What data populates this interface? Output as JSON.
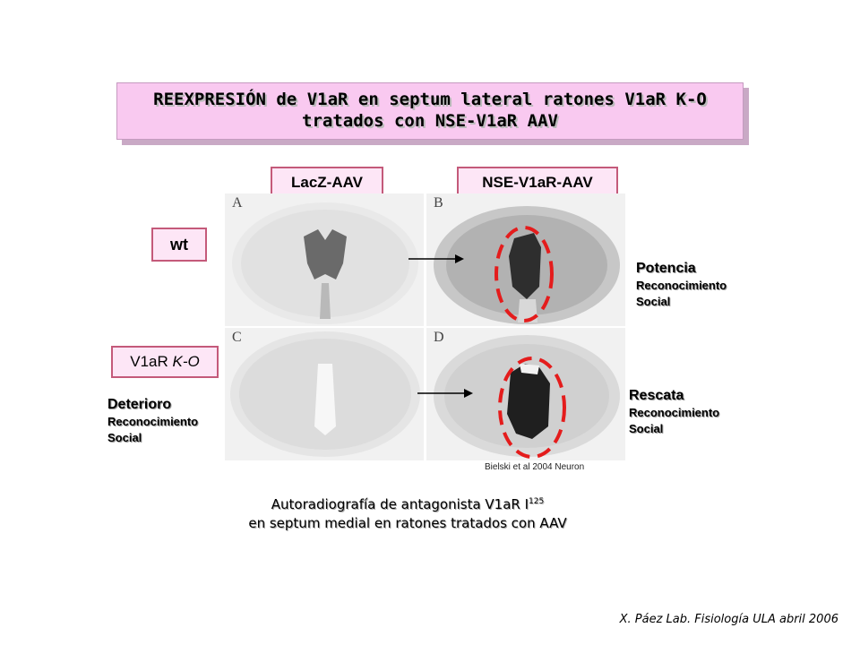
{
  "title": {
    "line1": "REEXPRESIÓN de V1aR en septum lateral ratones V1aR K-O",
    "line2": "tratados con NSE-V1aR AAV"
  },
  "column_labels": {
    "left": "LacZ-AAV",
    "right": "NSE-V1aR-AAV"
  },
  "row_labels": {
    "wt": "wt",
    "ko_prefix": "V1aR ",
    "ko_suffix": "K-O"
  },
  "panels": {
    "a": "A",
    "b": "B",
    "c": "C",
    "d": "D"
  },
  "annotations": {
    "potencia": {
      "main": "Potencia",
      "line2": "Reconocimiento",
      "line3": "Social"
    },
    "rescata": {
      "main": "Rescata",
      "line2": "Reconocimiento",
      "line3": "Social"
    },
    "deterioro": {
      "main": "Deterioro",
      "line2": "Reconocimiento",
      "line3": "Social"
    }
  },
  "citation": "Bielski et al 2004 Neuron",
  "caption": {
    "line1": "Autoradiografía de antagonista V1aR I",
    "superscript": "125",
    "line2": "en septum medial en ratones tratados con AAV"
  },
  "footer": "X. Páez  Lab. Fisiología ULA abril 2006",
  "colors": {
    "title_bg": "#f9c9f0",
    "label_bg": "#fde6f6",
    "label_border": "#c45a7a",
    "ellipse": "#e41c1c"
  }
}
